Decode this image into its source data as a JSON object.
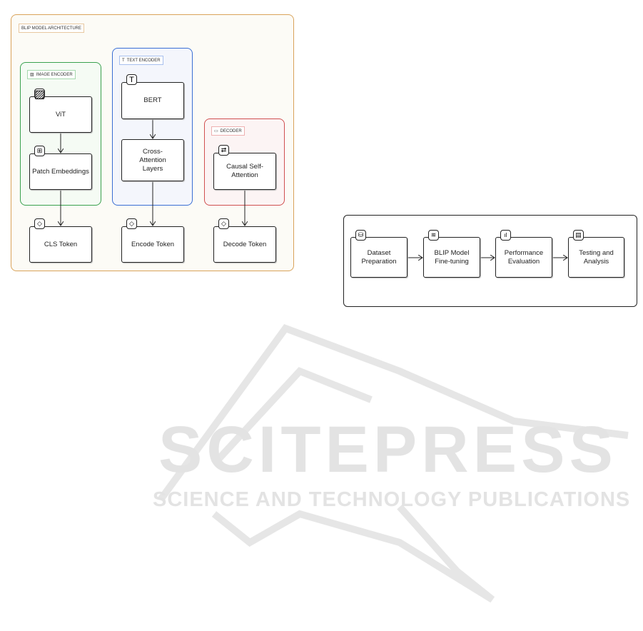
{
  "architecture": {
    "title": "BLIP MODEL ARCHITECTURE",
    "image_encoder": {
      "label": "IMAGE ENCODER",
      "nodes": [
        "ViT",
        "Patch Embeddings"
      ],
      "output": "CLS Token"
    },
    "text_encoder": {
      "label": "TEXT ENCODER",
      "nodes": [
        "BERT",
        "Cross-Attention Layers"
      ],
      "output": "Encode Token"
    },
    "decoder": {
      "label": "DECODER",
      "nodes": [
        "Causal Self-Attention"
      ],
      "output": "Decode Token"
    }
  },
  "pipeline": {
    "steps": [
      "Dataset Preparation",
      "BLIP Model Fine-tuning",
      "Performance Evaluation",
      "Testing and Analysis"
    ]
  },
  "watermark": {
    "title": "SCITEPRESS",
    "subtitle": "SCIENCE AND TECHNOLOGY PUBLICATIONS"
  },
  "colors": {
    "outer": "#d9a35a",
    "image": "#3aa14f",
    "text": "#3b6fd4",
    "decoder": "#d05050"
  }
}
